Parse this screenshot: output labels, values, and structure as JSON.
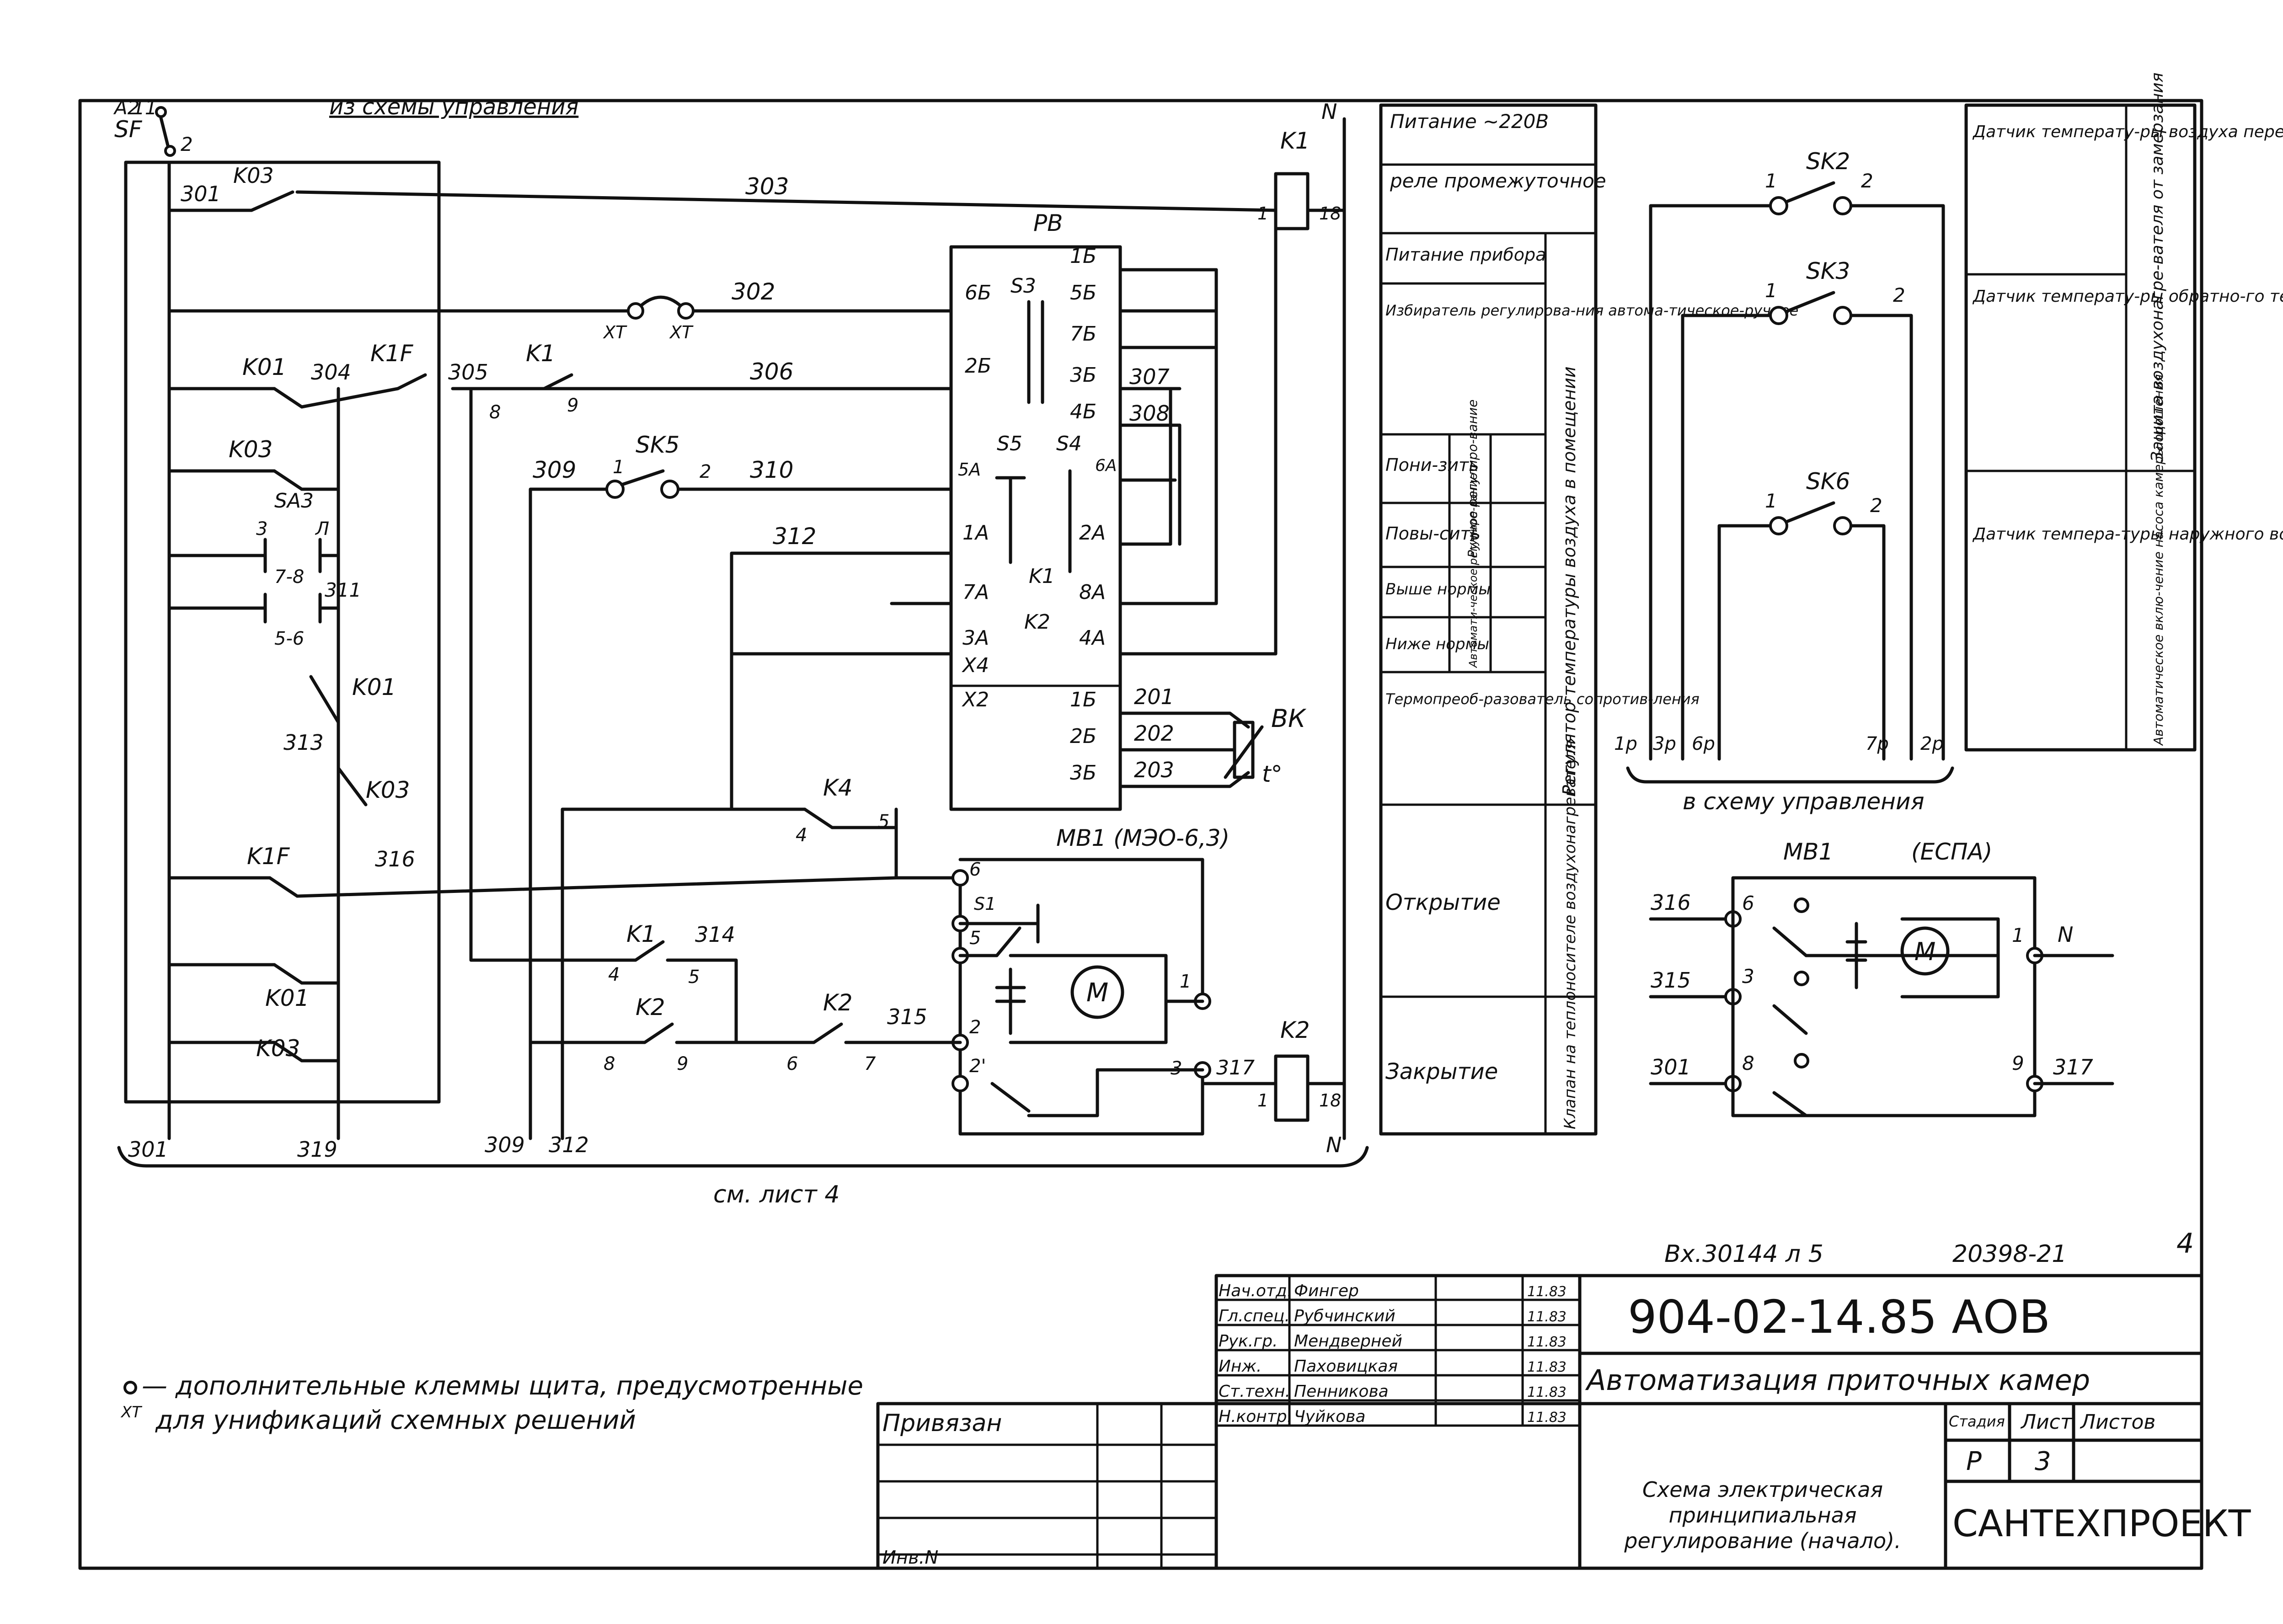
{
  "schematic": {
    "header_note": "из схемы управления",
    "breaker": {
      "label": "SF",
      "pins": [
        "A2",
        "11",
        "2"
      ]
    },
    "wires": [
      "301",
      "303",
      "302",
      "304",
      "305",
      "306",
      "307",
      "308",
      "309",
      "310",
      "312",
      "311",
      "313",
      "316",
      "314",
      "315",
      "317",
      "319"
    ],
    "contacts": [
      "K03",
      "K01",
      "K1F",
      "K1",
      "K03",
      "SA3",
      "K01",
      "K03",
      "K1F",
      "K1",
      "K2",
      "K2",
      "K01",
      "K03"
    ],
    "relays": {
      "k1": "K1",
      "k2": "K2",
      "k4": "K4",
      "k1_pins": [
        "1",
        "18"
      ],
      "k2_pins": [
        "1",
        "18"
      ]
    },
    "neutral": "N",
    "sa3_pins": [
      "3",
      "Л",
      "7-8",
      "5-6"
    ],
    "xt": "XT",
    "sk5": {
      "label": "SK5",
      "pins": [
        "1",
        "2"
      ]
    },
    "regulator": {
      "label": "РВ",
      "left_pins": [
        "6Б",
        "2Б",
        "5А",
        "1А",
        "7А",
        "3А",
        "Х4",
        "Х2"
      ],
      "right_pins": [
        "1Б",
        "5Б",
        "7Б",
        "3Б",
        "4Б",
        "6А",
        "2А",
        "8А",
        "4А",
        "1Б",
        "2Б",
        "3Б"
      ],
      "inner": [
        "S3",
        "S5",
        "S4",
        "K1",
        "K2"
      ]
    },
    "sensor": {
      "label": "ВК",
      "symbol": "t°",
      "wires": [
        "201",
        "202",
        "203"
      ]
    },
    "motor": {
      "label": "МВ1 (МЭО-6,3)",
      "symbol": "M",
      "pins": [
        "6",
        "S1",
        "5",
        "2",
        "2'",
        "1",
        "3"
      ]
    },
    "misc_pins": [
      "4",
      "5",
      "8",
      "9",
      "6",
      "7",
      "4",
      "5"
    ],
    "bottom_labels": [
      "301",
      "319",
      "309",
      "312",
      "N"
    ],
    "sheet_ref": "см. лист 4"
  },
  "legend_table": {
    "rows": [
      "Питание ~220В",
      "реле промежуточное",
      "Питание прибора",
      "Избиратель регулирова-ния автома-тическое-ручное",
      "Пони-зить",
      "Повы-сить",
      "Выше нормы",
      "Ниже нормы",
      "Термопреоб-разователь сопротив-ления",
      "Открытие",
      "Закрытие"
    ],
    "sub_manual": "Ручное регулиро-вание",
    "sub_auto": "Автомати-ческое регулиро-вание",
    "group_regulator": "Регулятор температуры воздуха в помещении",
    "group_valve": "Клапан на теплоносителе воздухонагревателя"
  },
  "right_scheme": {
    "sensors": [
      {
        "label": "SK2",
        "pins": [
          "1",
          "2"
        ]
      },
      {
        "label": "SK3",
        "pins": [
          "1",
          "2"
        ]
      },
      {
        "label": "SK6",
        "pins": [
          "1",
          "2"
        ]
      }
    ],
    "bottom_pins": [
      "1р",
      "3р",
      "6р",
      "7р",
      "2р"
    ],
    "caption": "в схему управления",
    "desc": [
      "Датчик температу-ры воздуха перед воздухонагре-вателем",
      "Датчик температу-ры обратно-го теплоно-сителя",
      "Датчик темпера-туры наружного воздуха"
    ],
    "group_protect": "Защита воздухонагре-вателя от замерзания",
    "group_auto": "Автоматическое вклю-чение насоса камеры орошения"
  },
  "motor2": {
    "title": "МВ1",
    "type": "(ЕСПА)",
    "symbol": "M",
    "wires": [
      "316",
      "315",
      "301",
      "317"
    ],
    "pins": [
      "6",
      "3",
      "8",
      "1",
      "9"
    ],
    "neutral": "N"
  },
  "stamp": {
    "inventory": "Вх.30144 л 5",
    "doc_number": "20398-21",
    "sheet_corner": "4",
    "code": "904-02-14.85 АОВ",
    "title": "Автоматизация приточных камер",
    "subtitle": "Схема электрическая принципиальная регулирование (начало).",
    "stage_head": "Стадия",
    "sheet_head": "Лист",
    "sheets_head": "Листов",
    "stage": "Р",
    "sheet": "3",
    "sheets": "",
    "org": "САНТЕХПРОЕКТ",
    "binding": "Привязан",
    "inv_no": "Инв.N",
    "signers": [
      {
        "role": "Нач.отд.",
        "name": "Фингер",
        "date": "11.83"
      },
      {
        "role": "Гл.спец.",
        "name": "Рубчинский",
        "date": "11.83"
      },
      {
        "role": "Рук.гр.",
        "name": "Мендверней",
        "date": "11.83"
      },
      {
        "role": "Инж.",
        "name": "Паховицкая",
        "date": "11.83"
      },
      {
        "role": "Ст.техн.",
        "name": "Пенникова",
        "date": "11.83"
      },
      {
        "role": "Н.контр.",
        "name": "Чуйкова",
        "date": "11.83"
      }
    ]
  },
  "note": {
    "symbol": "XT",
    "line1": "— дополнительные клеммы щита, предусмотренные",
    "line2": "для унификаций схемных решений"
  }
}
